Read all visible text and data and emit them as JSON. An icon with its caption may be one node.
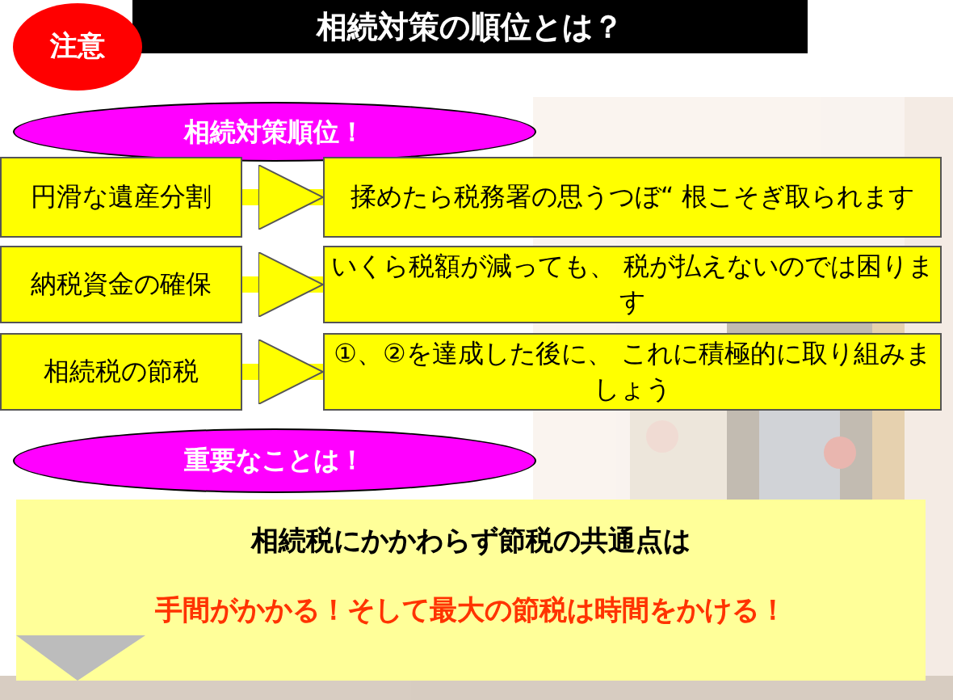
{
  "diagram": {
    "title": "相続対策の順位とは？",
    "nodes": [
      {
        "text": [
          "注意"
        ]
      },
      {
        "text": [
          "相続対策順位！"
        ]
      },
      {
        "text": [
          "円滑な遺産分割"
        ]
      },
      {
        "text": [
          "揉めたら税務署の思うつぼ“ 根こそぎ取られます"
        ]
      },
      {
        "text": [
          "納税資金の確保"
        ]
      },
      {
        "text": [
          "いくら税額が減っても、 税が払えないのでは困ります"
        ]
      },
      {
        "text": [
          "相続税の節税"
        ]
      },
      {
        "text": [
          "①、②を達成した後に、 これに積極的に取り組みましょう"
        ]
      },
      {
        "text": [
          "重要なことは！"
        ]
      },
      {
        "text": [
          "相続税にかかわらず節税の共通点は",
          "手間がかかる！そして最大の節税は時間をかける！"
        ]
      }
    ],
    "edges": [
      {
        "from": 2,
        "to": 3,
        "arrow": "to"
      },
      {
        "from": 4,
        "to": 5,
        "arrow": "to"
      },
      {
        "from": 6,
        "to": 7,
        "arrow": "to"
      }
    ]
  }
}
